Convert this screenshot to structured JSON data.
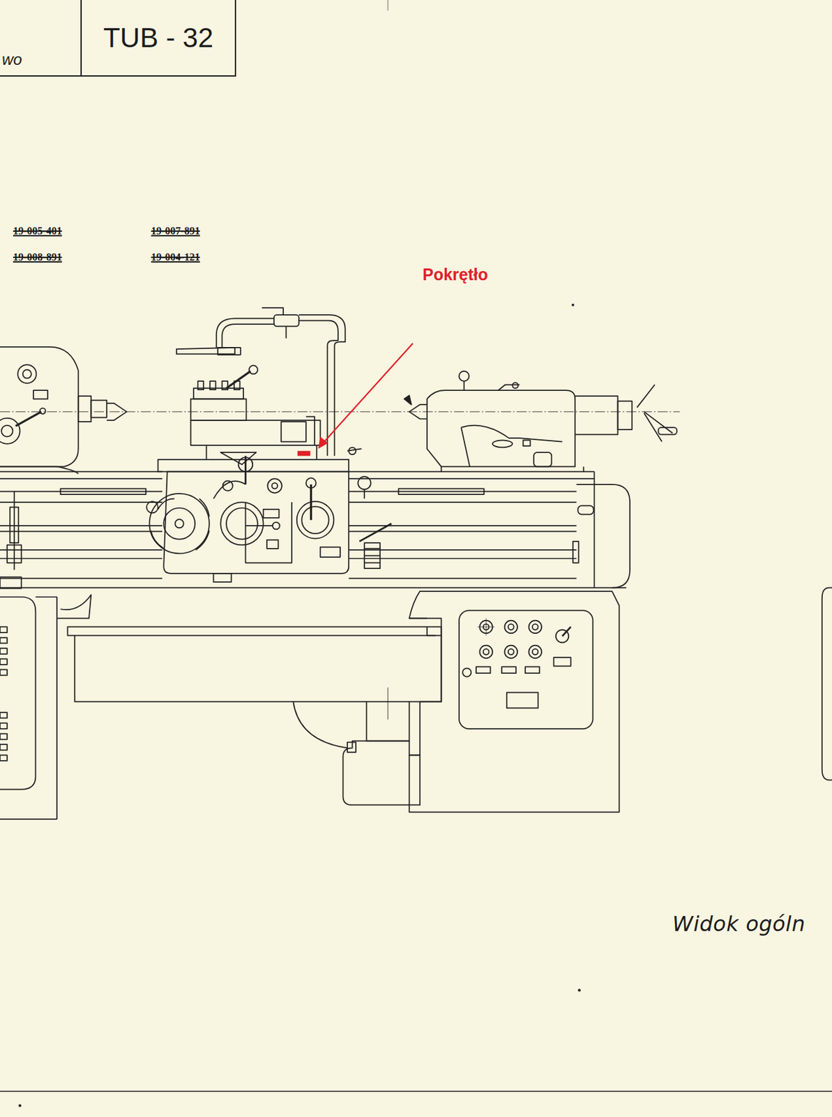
{
  "diagram": {
    "caption": "Widok ogóln",
    "nodes": [
      {
        "text": [
          "wo"
        ]
      },
      {
        "text": [
          "TUB - 32"
        ]
      }
    ],
    "labels": [
      "19-005-401",
      "19-007-891",
      "19-008-891",
      "19-004-121",
      "Pokrętło"
    ]
  }
}
